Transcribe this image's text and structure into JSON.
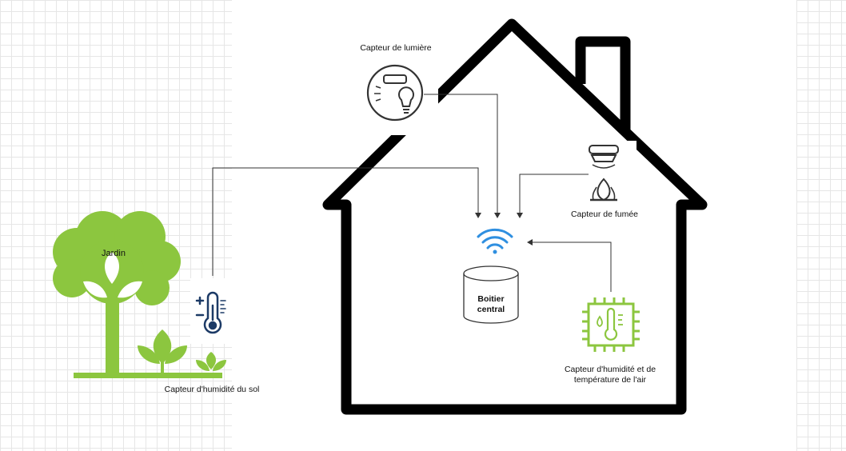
{
  "labels": {
    "jardin": "Jardin",
    "light_sensor": "Capteur de lumière",
    "smoke_sensor": "Capteur de fumée",
    "central_line1": "Boitier",
    "central_line2": "central",
    "soil_sensor": "Capteur d'humidité du sol",
    "air_sensor_line1": "Capteur d'humidité et de",
    "air_sensor_line2": "température de l'air"
  },
  "colors": {
    "house_outline": "#000000",
    "garden_green": "#8cc63f",
    "wifi_blue": "#2f8fe0",
    "thermo_navy": "#1c3a66",
    "connector": "#333333",
    "grid": "#e6e6e6"
  },
  "icons": [
    "tree-icon",
    "plant-icon",
    "thermometer-icon",
    "light-sensor-icon",
    "smoke-detector-icon",
    "flame-icon",
    "wifi-icon",
    "database-icon",
    "chip-thermometer-icon"
  ]
}
